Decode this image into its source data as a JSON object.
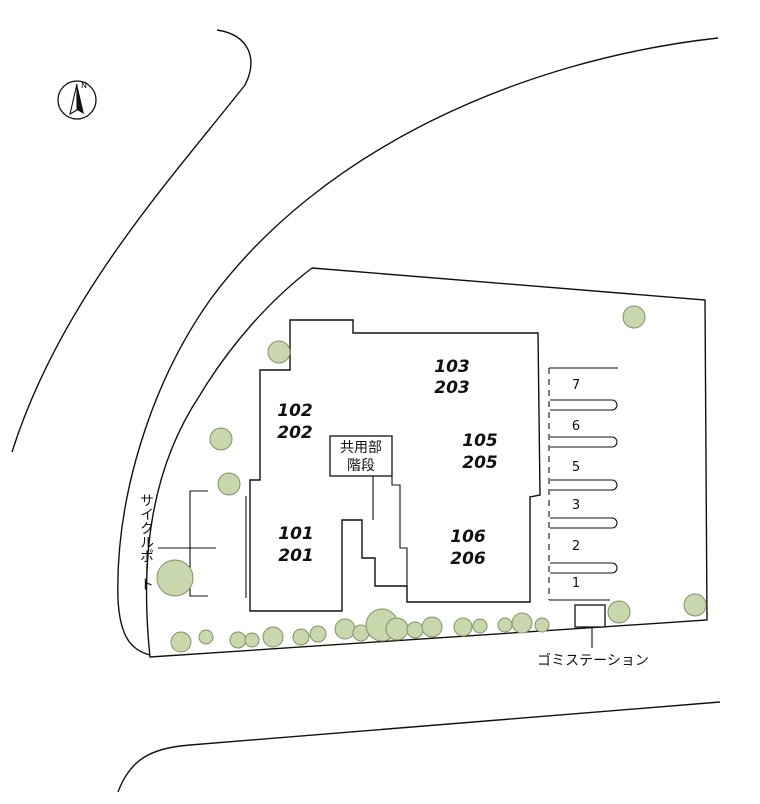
{
  "units": [
    {
      "top": "102",
      "bottom": "202"
    },
    {
      "top": "103",
      "bottom": "203"
    },
    {
      "top": "105",
      "bottom": "205"
    },
    {
      "top": "101",
      "bottom": "201"
    },
    {
      "top": "106",
      "bottom": "206"
    }
  ],
  "common_area": {
    "line1": "共用部",
    "line2": "階段"
  },
  "cycle_port": "サイクルポート",
  "garbage_station": "ゴミステーション",
  "parking": [
    "7",
    "6",
    "5",
    "3",
    "2",
    "1"
  ],
  "north_mark": "N",
  "colors": {
    "tree_fill": "#c9d7ac",
    "tree_stroke": "#7f9366",
    "line": "#111111"
  }
}
